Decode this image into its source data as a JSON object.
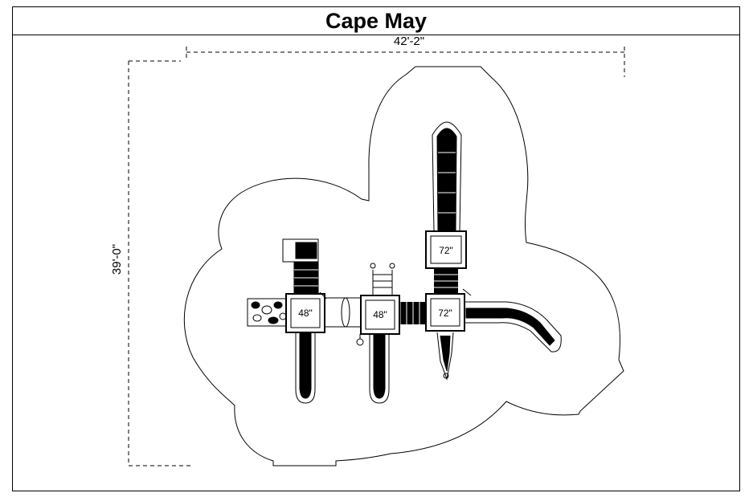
{
  "title": "Cape May",
  "dimensions": {
    "width_label": "42'-2\"",
    "depth_label": "39'-0\""
  },
  "decks": [
    {
      "label": "48\""
    },
    {
      "label": "48\""
    },
    {
      "label": "72\""
    },
    {
      "label": "72\""
    }
  ],
  "colors": {
    "line": "#000000",
    "background": "#ffffff"
  }
}
